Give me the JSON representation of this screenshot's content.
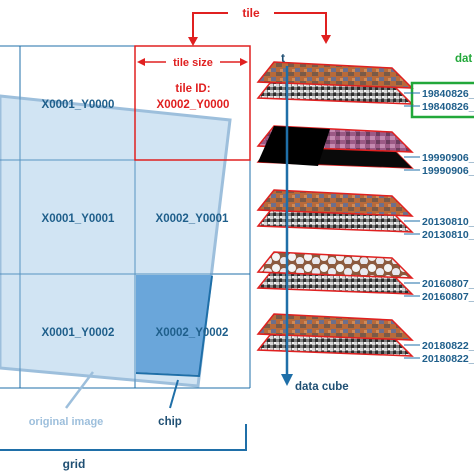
{
  "labels": {
    "tile": "tile",
    "tile_size": "tile size",
    "tile_id_title": "tile ID:",
    "tile_id_value": "X0002_Y0000",
    "data_partial": "dat",
    "t_axis": "t",
    "data_cube": "data cube",
    "original_image": "original image",
    "chip": "chip",
    "grid": "grid"
  },
  "grid_cells": [
    {
      "id": "X0001_Y0000"
    },
    {
      "id": "X0001_Y0001"
    },
    {
      "id": "X0002_Y0001"
    },
    {
      "id": "X0001_Y0002"
    },
    {
      "id": "X0002_Y0002"
    }
  ],
  "cube_layers": [
    {
      "dates": [
        "19840826_",
        "19840826_"
      ],
      "style": "landsat-a"
    },
    {
      "dates": [
        "19990906_",
        "19990906_"
      ],
      "style": "partial-black"
    },
    {
      "dates": [
        "20130810_",
        "20130810_"
      ],
      "style": "landsat-b"
    },
    {
      "dates": [
        "20160807_",
        "20160807_"
      ],
      "style": "cloudy"
    },
    {
      "dates": [
        "20180822_",
        "20180822_"
      ],
      "style": "landsat-c"
    }
  ],
  "colors": {
    "grid_text": "#1f5f8b",
    "red": "#e02020",
    "green": "#22a83a",
    "blue": "#1f6fa8",
    "image_fill": "#c9dff1",
    "chip_fill": "#6aa6da",
    "date_text": "#1f5f8b"
  }
}
